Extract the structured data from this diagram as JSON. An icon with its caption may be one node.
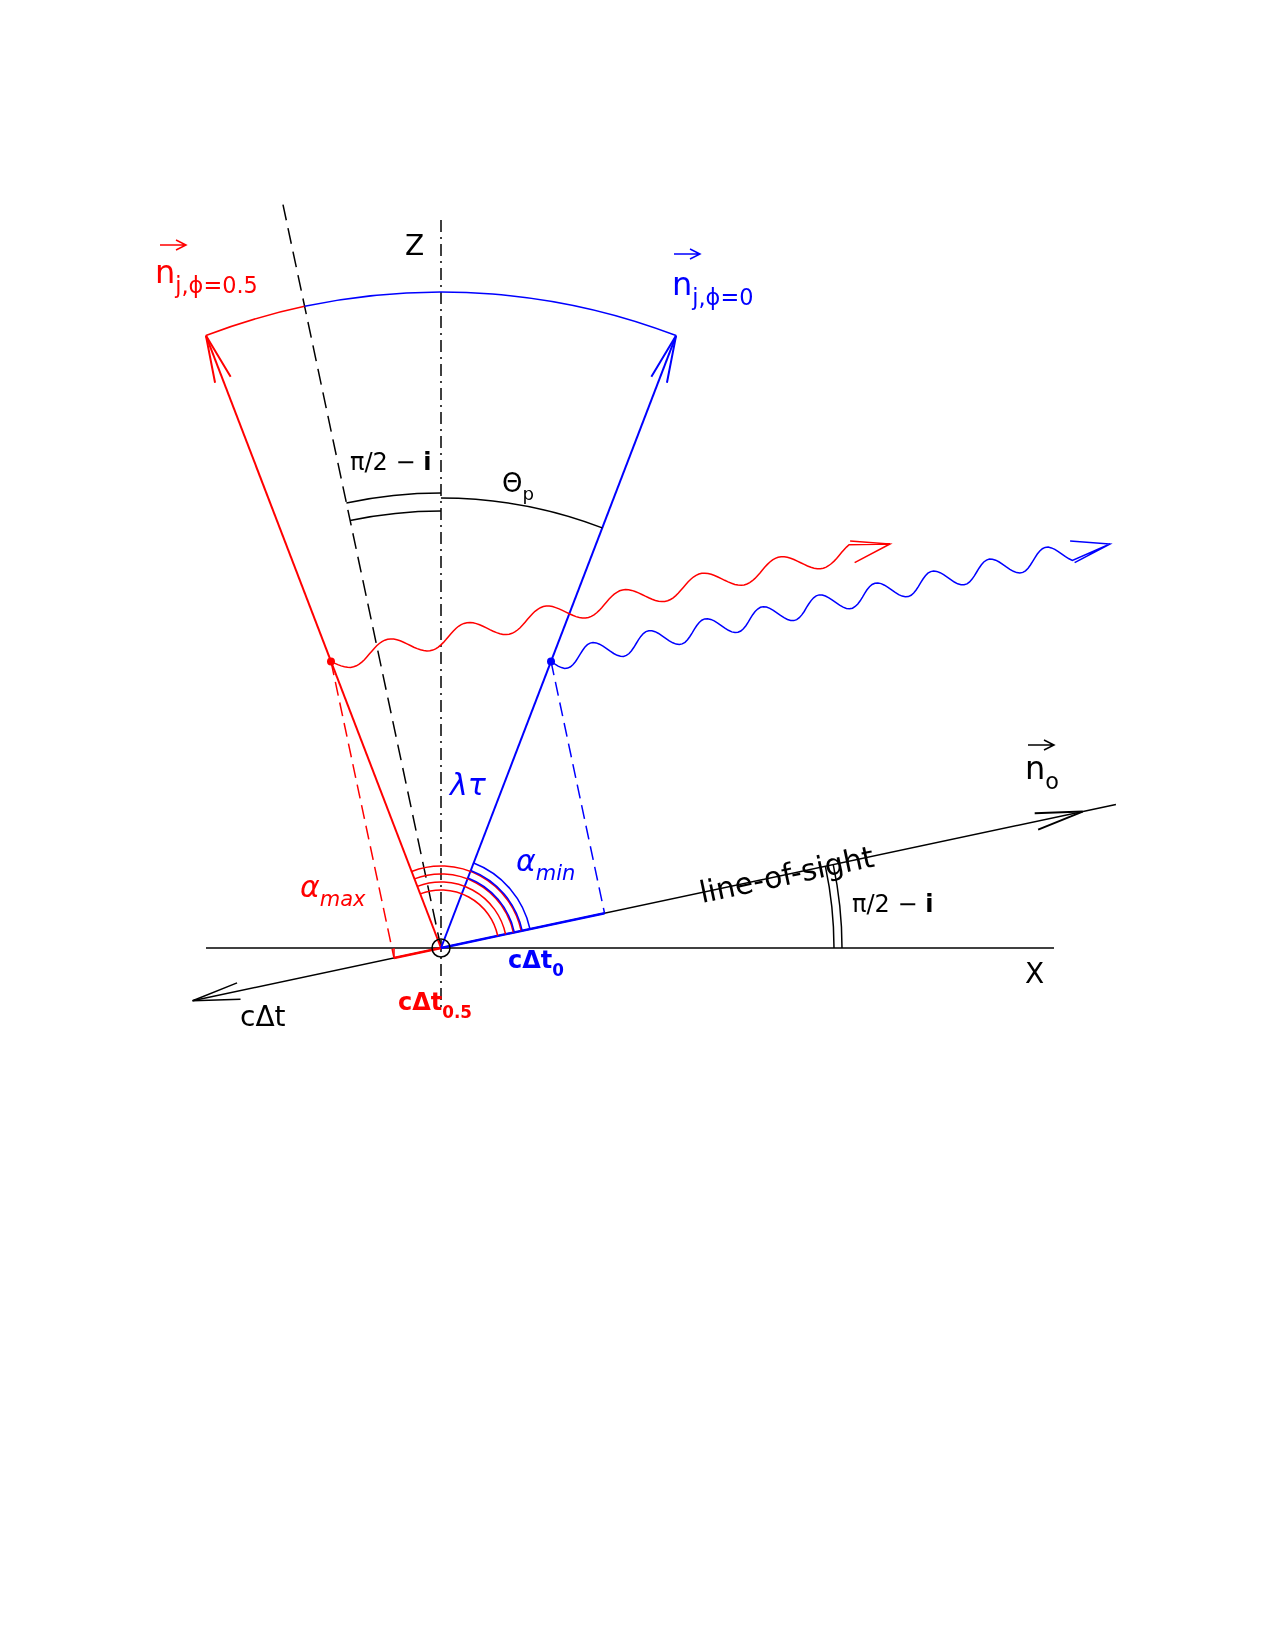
{
  "diagram": {
    "labels": [
      "n$_{j,ϕ=0.5}$",
      "Z",
      "n$_{j,ϕ=0}$",
      "π/2 − **i**",
      "Θ$_{p}$",
      "λτ",
      "n$_{o}$",
      "line-of-sight",
      "α$_{min}$",
      "α$_{max}$",
      "π/2 − **i**",
      "cΔt$_{0}$",
      "X",
      "cΔt",
      "cΔt$_{0.5}$"
    ]
  }
}
